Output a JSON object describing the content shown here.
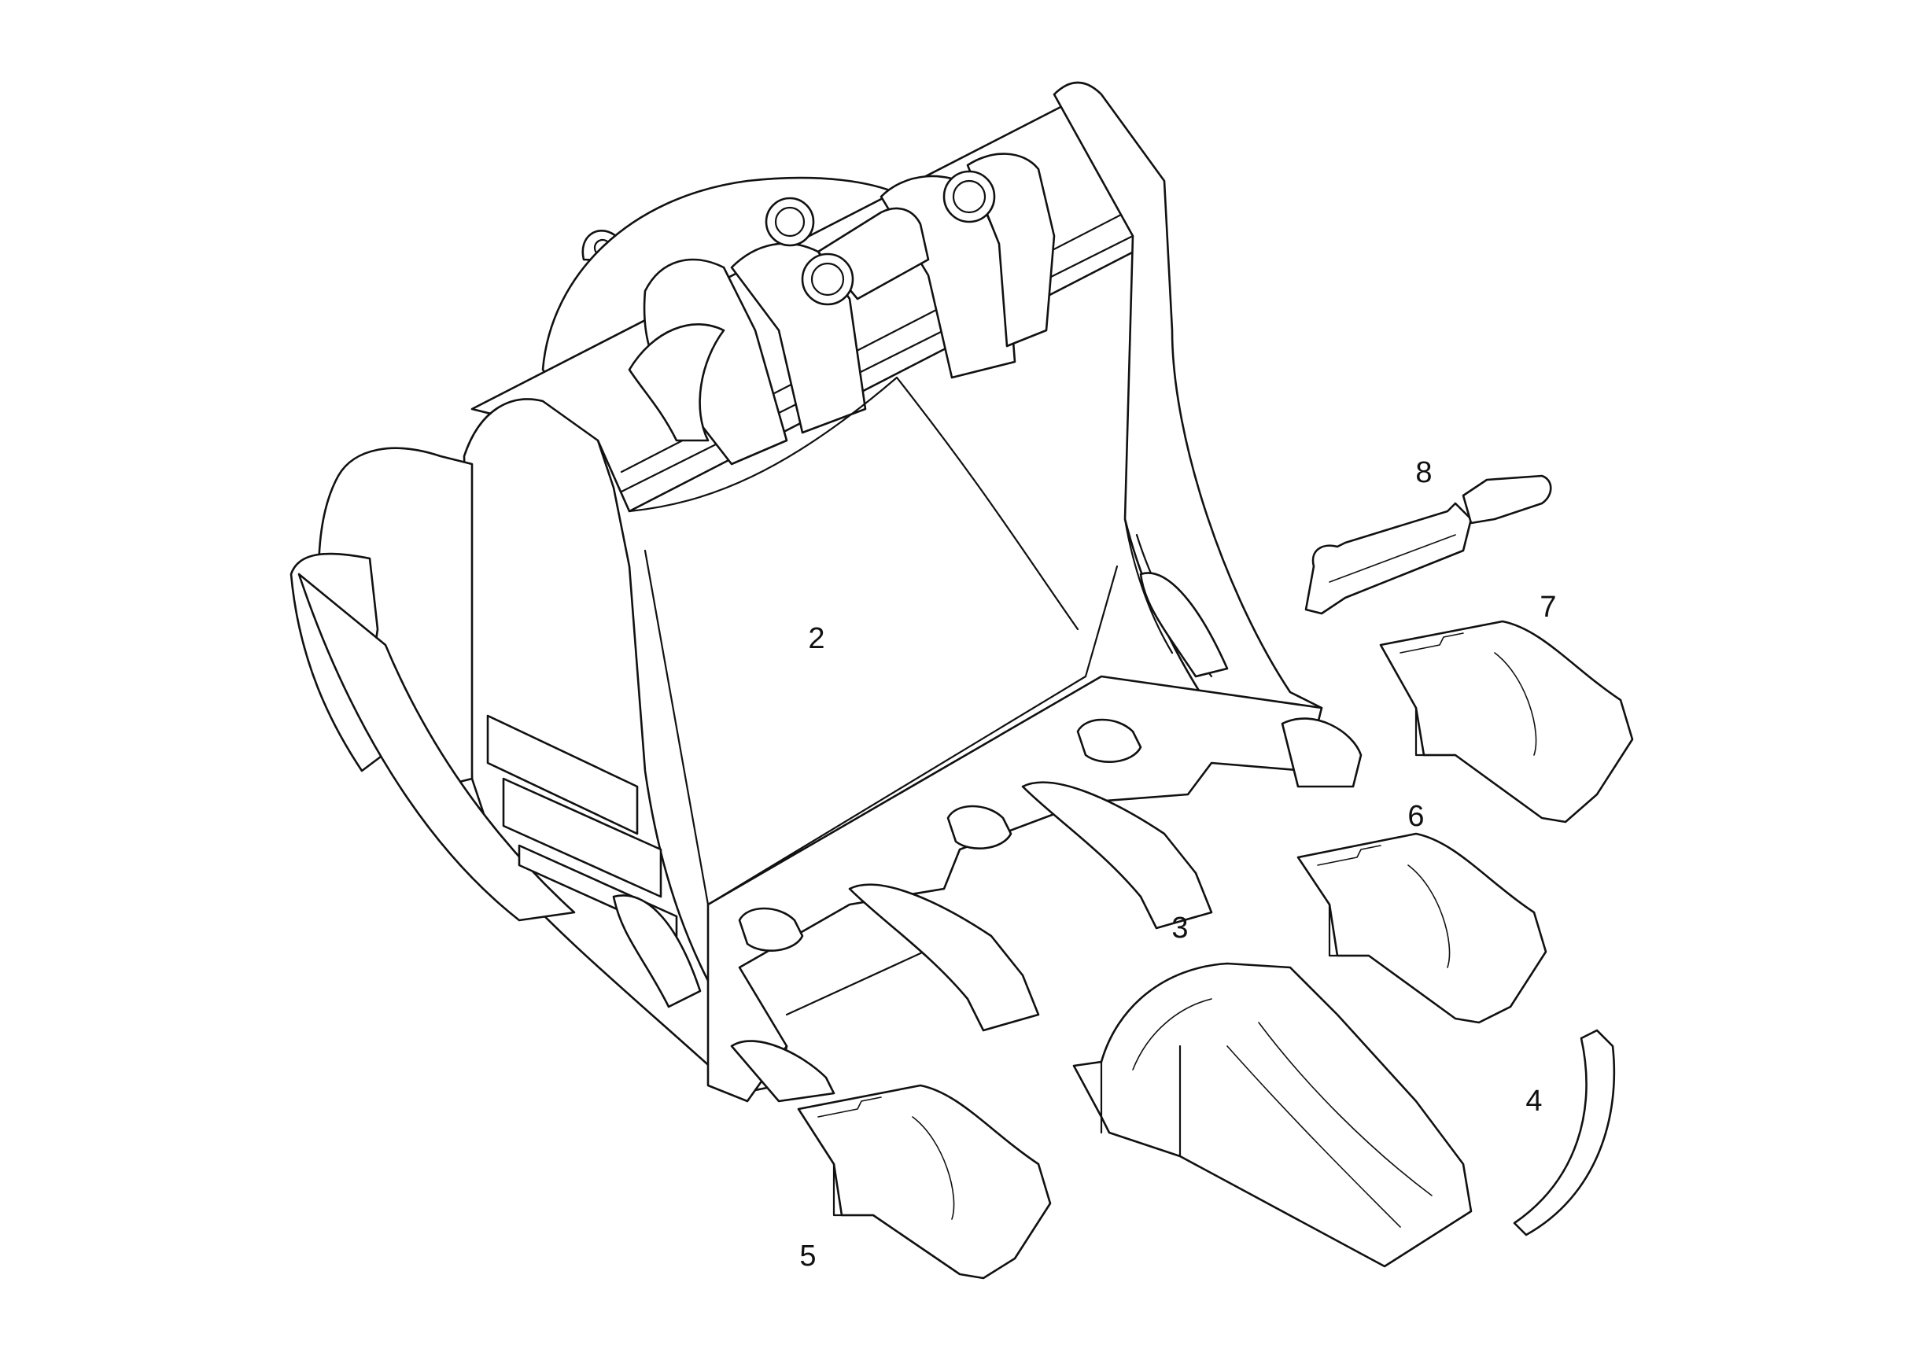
{
  "diagram": {
    "callouts": [
      {
        "id": "2",
        "label": "2"
      },
      {
        "id": "3",
        "label": "3"
      },
      {
        "id": "4",
        "label": "4"
      },
      {
        "id": "5",
        "label": "5"
      },
      {
        "id": "6",
        "label": "6"
      },
      {
        "id": "7",
        "label": "7"
      },
      {
        "id": "8",
        "label": "8"
      }
    ],
    "line_color": "#111111",
    "background": "#ffffff"
  }
}
